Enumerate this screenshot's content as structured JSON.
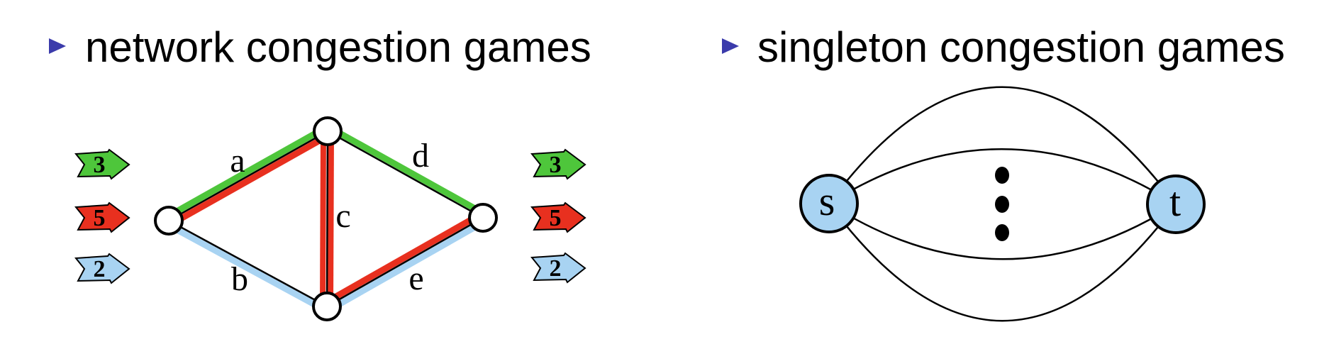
{
  "slide": {
    "bullets": [
      {
        "label": "network congestion games"
      },
      {
        "label": "singleton congestion games"
      }
    ]
  },
  "colors": {
    "bullet_blue": "#3b3bab",
    "flow_green": "#4ec63b",
    "flow_red": "#e8301f",
    "flow_blue": "#a8d3f2",
    "node_fill_blue": "#a8d3f2"
  },
  "network_game": {
    "flows_in": [
      {
        "value": "3"
      },
      {
        "value": "5"
      },
      {
        "value": "2"
      }
    ],
    "flows_out": [
      {
        "value": "3"
      },
      {
        "value": "5"
      },
      {
        "value": "2"
      }
    ],
    "edge_labels": {
      "a": "a",
      "b": "b",
      "c": "c",
      "d": "d",
      "e": "e"
    }
  },
  "singleton_game": {
    "source_label": "s",
    "sink_label": "t"
  }
}
